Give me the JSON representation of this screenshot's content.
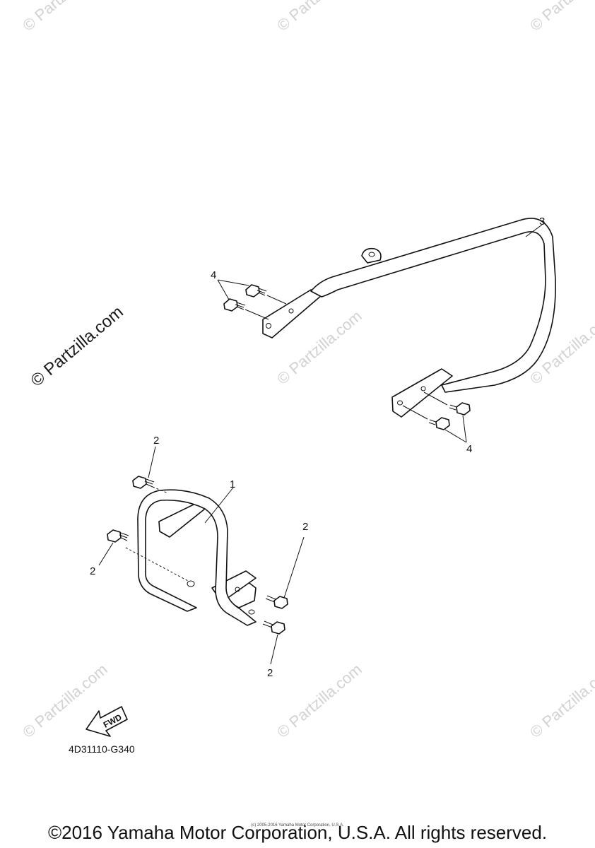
{
  "watermark": {
    "text": "© Partzilla.com",
    "color": "#d2d2d2"
  },
  "diagram": {
    "callouts": {
      "part1": "1",
      "part2a": "2",
      "part2b": "2",
      "part2c": "2",
      "part2d": "2",
      "part3": "3",
      "part4a": "4",
      "part4b": "4"
    },
    "fwd_label": "FWD",
    "drawing_code": "4D31110-G340"
  },
  "footer": {
    "small_copyright": "(c) 2005-2016 Yamaha Motor Corporation, U.S.A.",
    "copyright": "©2016 Yamaha Motor Corporation, U.S.A. All rights reserved."
  }
}
